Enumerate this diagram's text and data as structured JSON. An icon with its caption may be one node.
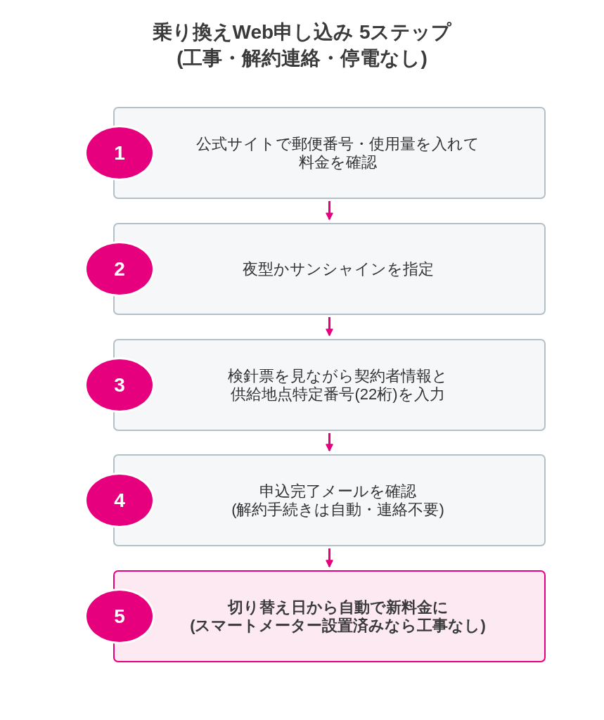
{
  "diagram": {
    "title": "乗り換えWeb申し込み 5ステップ(工事・解約連絡・停電なし)",
    "nodes": [
      {
        "text": [
          "1"
        ]
      },
      {
        "text": [
          "公式サイトで郵便番号・使用量を入れて料金を確認"
        ]
      },
      {
        "text": [
          "2"
        ]
      },
      {
        "text": [
          "夜型かサンシャインを指定"
        ]
      },
      {
        "text": [
          "3"
        ]
      },
      {
        "text": [
          "検針票を見ながら契約者情報と供給地点特定番号(22桁)を入力"
        ]
      },
      {
        "text": [
          "4"
        ]
      },
      {
        "text": [
          "申込完了メールを確認(解約手続きは自動・連絡不要)"
        ]
      },
      {
        "text": [
          "5"
        ]
      },
      {
        "text": [
          "切り替え日から自動で新料金に(スマートメーター設置済みなら工事なし)"
        ]
      }
    ],
    "edges": [
      {
        "from": 1,
        "to": 3,
        "arrow": "to"
      },
      {
        "from": 3,
        "to": 5,
        "arrow": "to"
      },
      {
        "from": 5,
        "to": 7,
        "arrow": "to"
      },
      {
        "from": 7,
        "to": 9,
        "arrow": "to"
      }
    ]
  }
}
